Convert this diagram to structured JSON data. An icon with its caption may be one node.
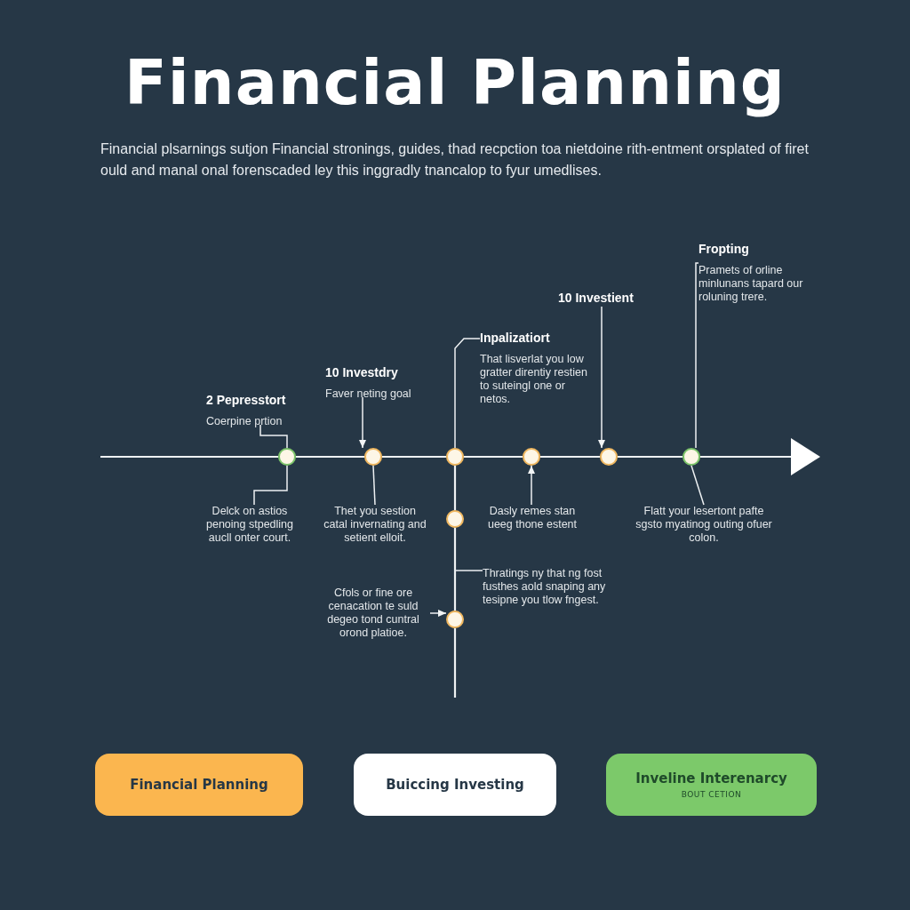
{
  "diagram": {
    "title": "Financial Planning",
    "nodes": [
      {
        "text": [
          "2 Pepresstort",
          "Coerpine prtion"
        ]
      },
      {
        "text": [
          "10 Investdry",
          "Faver neting goal"
        ]
      },
      {
        "text": [
          "Inpalizatiort",
          "That lisverlat you low gratter direntiy restien to suteingl one or netos."
        ]
      },
      {
        "text": [
          "10 Investient"
        ]
      },
      {
        "text": [
          "Fropting",
          "Pramets of orline minlunans tapard our roluning trere."
        ]
      },
      {
        "text": [],
        "shape": "circle"
      },
      {
        "text": [],
        "shape": "circle"
      },
      {
        "text": [],
        "shape": "circle"
      },
      {
        "text": [],
        "shape": "circle"
      },
      {
        "text": [],
        "shape": "circle"
      },
      {
        "text": [],
        "shape": "circle"
      },
      {
        "text": [],
        "shape": "circle"
      },
      {
        "text": [],
        "shape": "circle"
      },
      {
        "text": [
          "Delck on astios penoing stpedling aucll onter court."
        ]
      },
      {
        "text": [
          "Thet you sestion catal invernating and setient elloit."
        ]
      },
      {
        "text": [
          "Dasly remes stan ueeg thone estent"
        ]
      },
      {
        "text": [
          "Flatt your lesertont pafte sgsto myatinog outing ofuer colon."
        ]
      },
      {
        "text": [
          "Thratings ny that ng fost fusthes aold snaping any tesipne you tlow fngest."
        ]
      },
      {
        "text": [
          "Cfols or fine ore cenacation te suld degeo tond cuntral orond platioe."
        ]
      },
      {
        "text": [
          "Financial Planning"
        ]
      },
      {
        "text": [
          "Buiccing Investing"
        ]
      },
      {
        "text": [
          "Inveline Interenarcy",
          "BOUT CETION"
        ]
      }
    ],
    "edges": [
      {
        "from": null,
        "to": 5,
        "arrow": "none"
      },
      {
        "from": 5,
        "to": 6,
        "arrow": "none"
      },
      {
        "from": 6,
        "to": 7,
        "arrow": "none"
      },
      {
        "from": 7,
        "to": 8,
        "arrow": "none"
      },
      {
        "from": 8,
        "to": 9,
        "arrow": "none"
      },
      {
        "from": 9,
        "to": 10,
        "arrow": "none"
      },
      {
        "from": 10,
        "to": null,
        "arrow": "to"
      },
      {
        "from": 7,
        "to": 11,
        "arrow": "none"
      },
      {
        "from": 11,
        "to": 12,
        "arrow": "none"
      },
      {
        "from": 12,
        "to": null,
        "arrow": "none"
      },
      {
        "from": 0,
        "to": 5,
        "arrow": "none"
      },
      {
        "from": 1,
        "to": 6,
        "arrow": "to"
      },
      {
        "from": 2,
        "to": 7,
        "arrow": "none"
      },
      {
        "from": 3,
        "to": 9,
        "arrow": "to"
      },
      {
        "from": 4,
        "to": 10,
        "arrow": "none"
      },
      {
        "from": 5,
        "to": 13,
        "arrow": "none"
      },
      {
        "from": 6,
        "to": 14,
        "arrow": "none"
      },
      {
        "from": 15,
        "to": 8,
        "arrow": "to"
      },
      {
        "from": 10,
        "to": 16,
        "arrow": "none"
      },
      {
        "from": 17,
        "to": null,
        "arrow": "none"
      },
      {
        "from": 18,
        "to": 12,
        "arrow": "to"
      }
    ],
    "labels": [
      "Financial plsarnings sutjon Financial stronings, guides, thad recpction toa nietdoine rith-entment orsplated of firet ould and manal onal forenscaded ley this inggradly tnancalop to fyur umedlises."
    ]
  }
}
